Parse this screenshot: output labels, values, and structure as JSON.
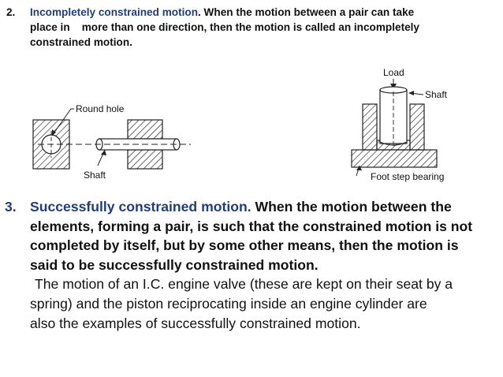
{
  "section2": {
    "number": "2.",
    "title": "Incompletely constrained motion",
    "text_line1": ". When the motion between a pair can take",
    "text_line2": "place in    more than one direction, then the motion is called an incompletely",
    "text_line3": "constrained motion."
  },
  "figure_left": {
    "label_round_hole": "Round hole",
    "label_shaft": "Shaft"
  },
  "figure_right": {
    "label_load": "Load",
    "label_shaft": "Shaft",
    "label_bearing": "Foot step bearing"
  },
  "section3": {
    "number": "3.",
    "title": "Successfully constrained motion.",
    "bold_line1": " When the motion between the",
    "bold_line2": "elements, forming a pair, is such that the constrained motion is not",
    "bold_line3": "completed by itself, but by some other means, then the motion is",
    "bold_line4": "said to be successfully constrained motion.",
    "body_line1": "The motion of an I.C. engine valve (these are kept on their seat by a",
    "body_line2": "spring) and the piston reciprocating inside an engine cylinder are",
    "body_line3": "also the examples of successfully constrained motion."
  }
}
